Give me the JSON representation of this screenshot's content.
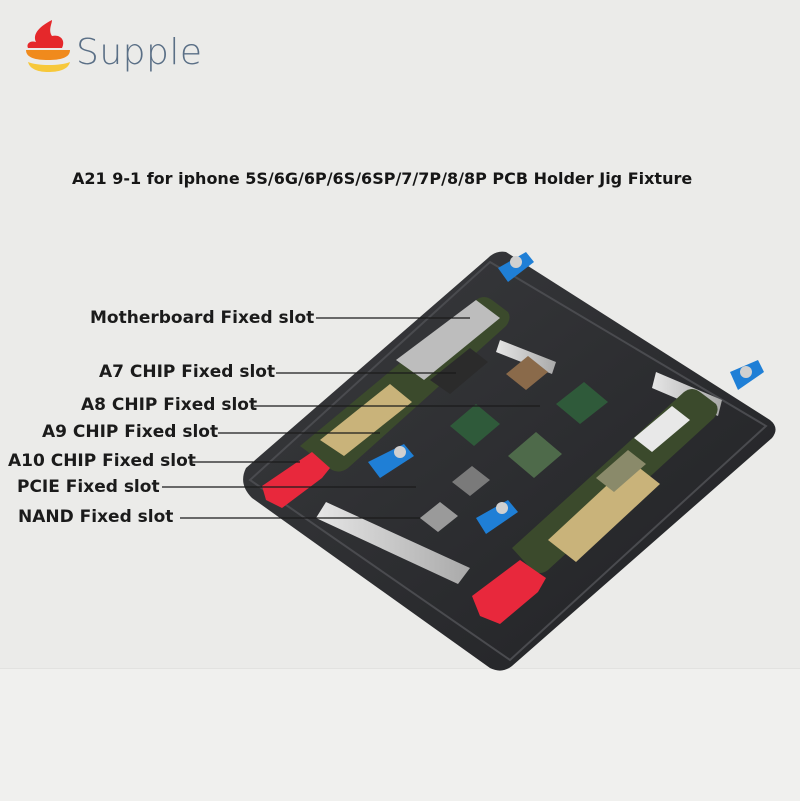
{
  "brand": {
    "name": "Supple",
    "logo_colors": [
      "#e5282b",
      "#f08a1c",
      "#f7c83a"
    ]
  },
  "product": {
    "title": "A21 9-1 for iphone 5S/6G/6P/6S/6SP/7/7P/8/8P PCB Holder Jig Fixture"
  },
  "callouts": [
    {
      "label": "Motherboard Fixed slot"
    },
    {
      "label": "A7 CHIP Fixed slot"
    },
    {
      "label": "A8 CHIP Fixed slot"
    },
    {
      "label": "A9 CHIP Fixed slot"
    },
    {
      "label": "A10 CHIP Fixed slot"
    },
    {
      "label": "PCIE Fixed slot"
    },
    {
      "label": "NAND Fixed slot"
    }
  ],
  "fixture": {
    "plate_color": "#2a2b2d",
    "clamp_color": "#1f7fd6",
    "bracket_color": "#e8283c",
    "metal_color": "#cfcfcf",
    "chip_color": "#2f5a3a",
    "pcb_color": "#3b4a2c"
  }
}
